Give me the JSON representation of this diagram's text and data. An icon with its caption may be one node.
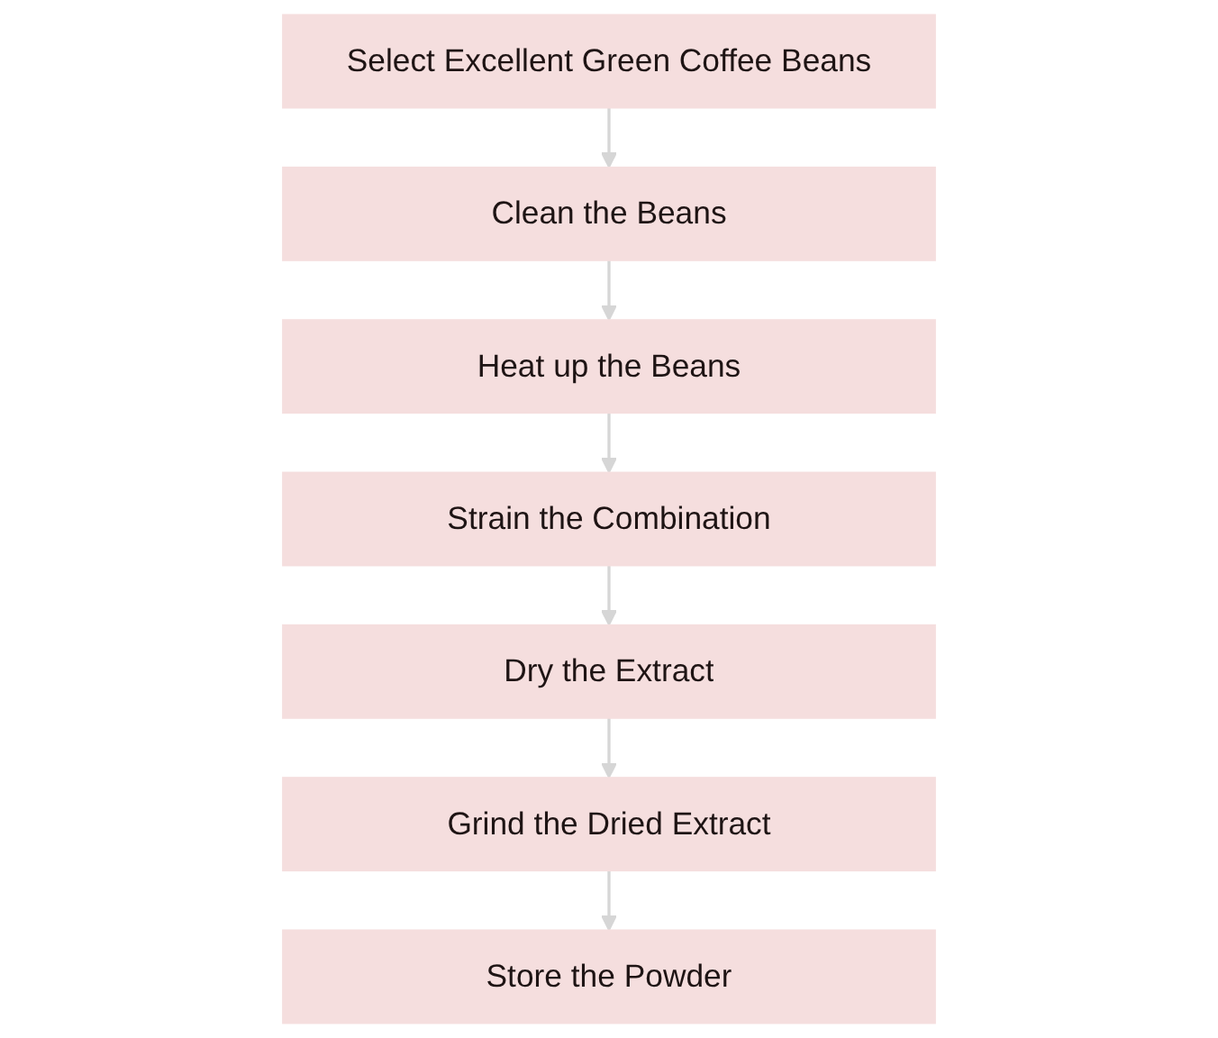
{
  "diagram": {
    "nodes": [
      {
        "text": [
          "Select Excellent Green Coffee Beans"
        ]
      },
      {
        "text": [
          "Clean the Beans"
        ]
      },
      {
        "text": [
          "Heat up the Beans"
        ]
      },
      {
        "text": [
          "Strain the Combination"
        ]
      },
      {
        "text": [
          "Dry the Extract"
        ]
      },
      {
        "text": [
          "Grind the Dried Extract"
        ]
      },
      {
        "text": [
          "Store the Powder"
        ]
      }
    ],
    "edges": [
      {
        "from": 0,
        "to": 1,
        "arrow": "to"
      },
      {
        "from": 1,
        "to": 2,
        "arrow": "to"
      },
      {
        "from": 2,
        "to": 3,
        "arrow": "to"
      },
      {
        "from": 3,
        "to": 4,
        "arrow": "to"
      },
      {
        "from": 4,
        "to": 5,
        "arrow": "to"
      },
      {
        "from": 5,
        "to": 6,
        "arrow": "to"
      }
    ]
  }
}
